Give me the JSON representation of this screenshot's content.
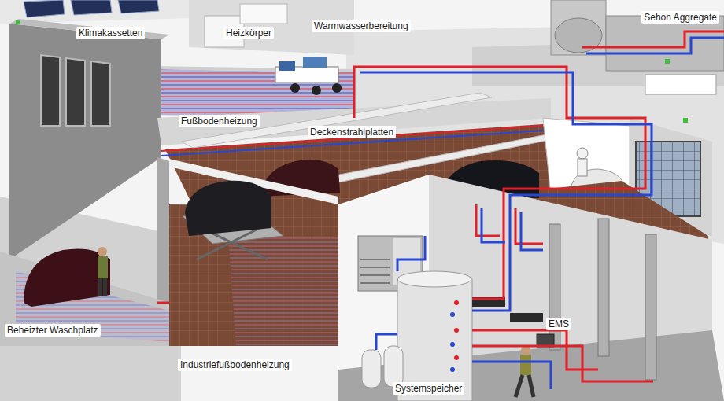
{
  "diagram": {
    "labels": [
      "Klimakassetten",
      "Heizkörper",
      "Warmwasserbereitung",
      "Sehon Aggregate",
      "Fußbodenheizung",
      "Deckenstrahlplatten",
      "Beheizter Waschplatz",
      "Industriefußbodenheizung",
      "EMS",
      "Systemspeicher"
    ]
  }
}
